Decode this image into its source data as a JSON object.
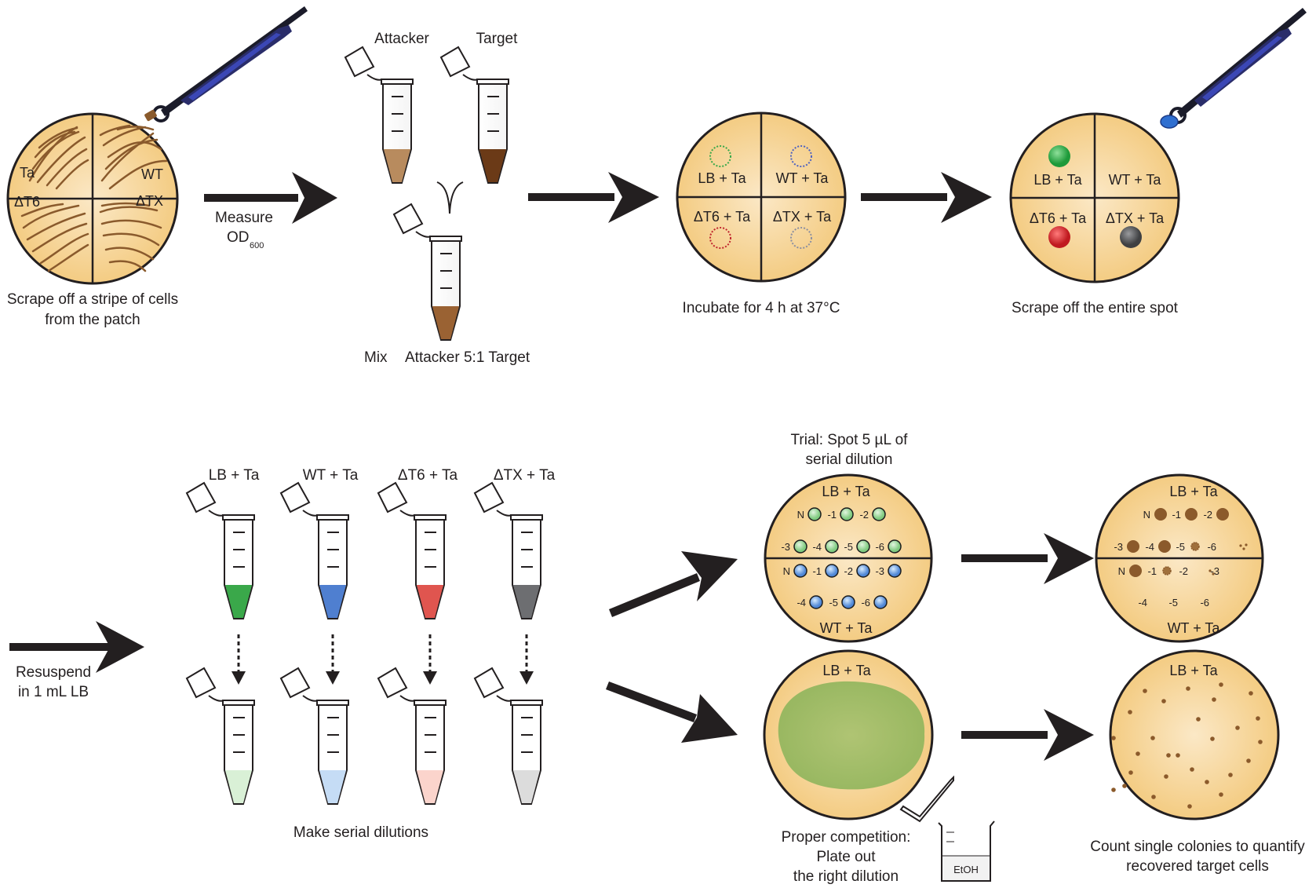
{
  "step1": {
    "q1": "Ta",
    "q2": "WT",
    "q3": "ΔT6",
    "q4": "ΔTX",
    "caption_l1": "Scrape off a stripe of cells",
    "caption_l2": "from the patch"
  },
  "arrow1": {
    "measure": "Measure",
    "od": "OD",
    "od_sub": "600"
  },
  "step2": {
    "attacker": "Attacker",
    "target": "Target",
    "mix": "Mix",
    "ratio": "Attacker 5:1 Target"
  },
  "step3": {
    "q1": "LB + Ta",
    "q2": "WT + Ta",
    "q3": "ΔT6 + Ta",
    "q4": "ΔTX + Ta",
    "caption": "Incubate for 4 h at 37°C"
  },
  "step4": {
    "q1": "LB + Ta",
    "q2": "WT + Ta",
    "q3": "ΔT6 + Ta",
    "q4": "ΔTX + Ta",
    "caption": "Scrape off the entire spot"
  },
  "resuspend": {
    "l1": "Resuspend",
    "l2": "in 1 mL LB"
  },
  "tubes": {
    "t1": "LB + Ta",
    "t2": "WT + Ta",
    "t3": "ΔT6 + Ta",
    "t4": "ΔTX + Ta",
    "caption": "Make serial dilutions"
  },
  "trial": {
    "title_l1": "Trial: Spot 5 µL of",
    "title_l2": "serial dilution",
    "top": "LB + Ta",
    "bottom": "WT + Ta",
    "top_row1": [
      "N",
      "-1",
      "-2"
    ],
    "top_row2": [
      "-3",
      "-4",
      "-5",
      "-6"
    ],
    "bot_row1": [
      "N",
      "-1",
      "-2",
      "-3"
    ],
    "bot_row2": [
      "-4",
      "-5",
      "-6"
    ]
  },
  "result": {
    "top": "LB + Ta",
    "bottom": "WT + Ta",
    "top_row1": [
      "N",
      "-1",
      "-2"
    ],
    "top_row2": [
      "-3",
      "-4",
      "-5",
      "-6"
    ],
    "bot_row1": [
      "N",
      "-1",
      "-2",
      "-3"
    ],
    "bot_row2": [
      "-4",
      "-5",
      "-6"
    ]
  },
  "proper": {
    "plate": "LB + Ta",
    "l1": "Proper competition:",
    "l2": "Plate out",
    "l3": "the right dilution",
    "beaker": "EtOH"
  },
  "count": {
    "plate": "LB + Ta",
    "l1": "Count single colonies to quantify",
    "l2": "recovered target cells"
  },
  "colors": {
    "plate_fill": "#f3cd86",
    "plate_center": "#fbe7c2",
    "plate_edge": "#231f20",
    "streak": "#8a5a2c",
    "green": "#3aa84a",
    "blue": "#4f7fd0",
    "red": "#d8262e",
    "gray": "#58595b",
    "brown": "#8b5a2b"
  }
}
